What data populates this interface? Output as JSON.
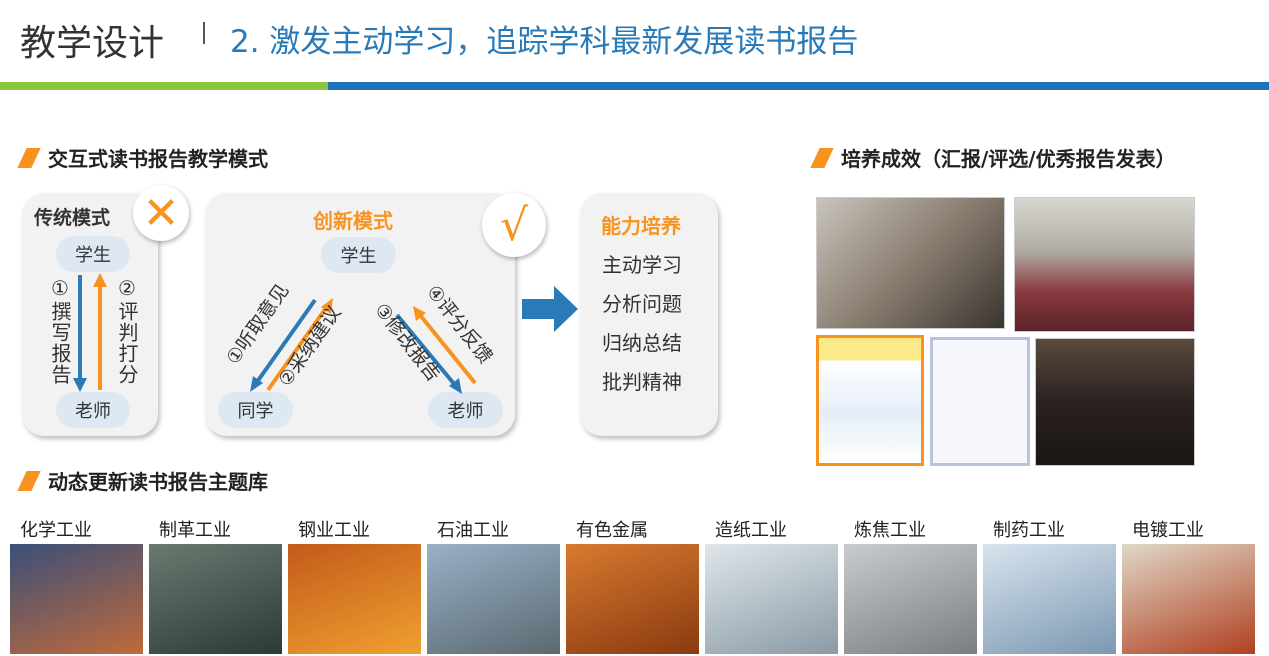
{
  "header": {
    "title": "教学设计",
    "subtitle": "2. 激发主动学习，追踪学科最新发展读书报告"
  },
  "colors": {
    "accent": "#f7931e",
    "blue": "#1f72b8",
    "green": "#8cc63f"
  },
  "section1": {
    "title": "交互式读书报告教学模式"
  },
  "traditional": {
    "title": "传统模式",
    "mark": "✕",
    "student": "学生",
    "teacher": "老师",
    "step1": "①撰写报告",
    "step2": "②评判打分"
  },
  "innovative": {
    "title": "创新模式",
    "mark": "√",
    "student": "学生",
    "peer": "同学",
    "teacher": "老师",
    "step1": "①听取意见",
    "step2": "②采纳建议",
    "step3": "③修改报告",
    "step4": "④评分反馈"
  },
  "abilities": {
    "title": "能力培养",
    "items": [
      "主动学习",
      "分析问题",
      "归纳总结",
      "批判精神"
    ]
  },
  "section2": {
    "title": "培养成效（汇报/评选/优秀报告发表）"
  },
  "section3": {
    "title": "动态更新读书报告主题库"
  },
  "topics": [
    "化学工业",
    "制革工业",
    "钢业工业",
    "石油工业",
    "有色金属",
    "造纸工业",
    "炼焦工业",
    "制药工业",
    "电镀工业"
  ]
}
